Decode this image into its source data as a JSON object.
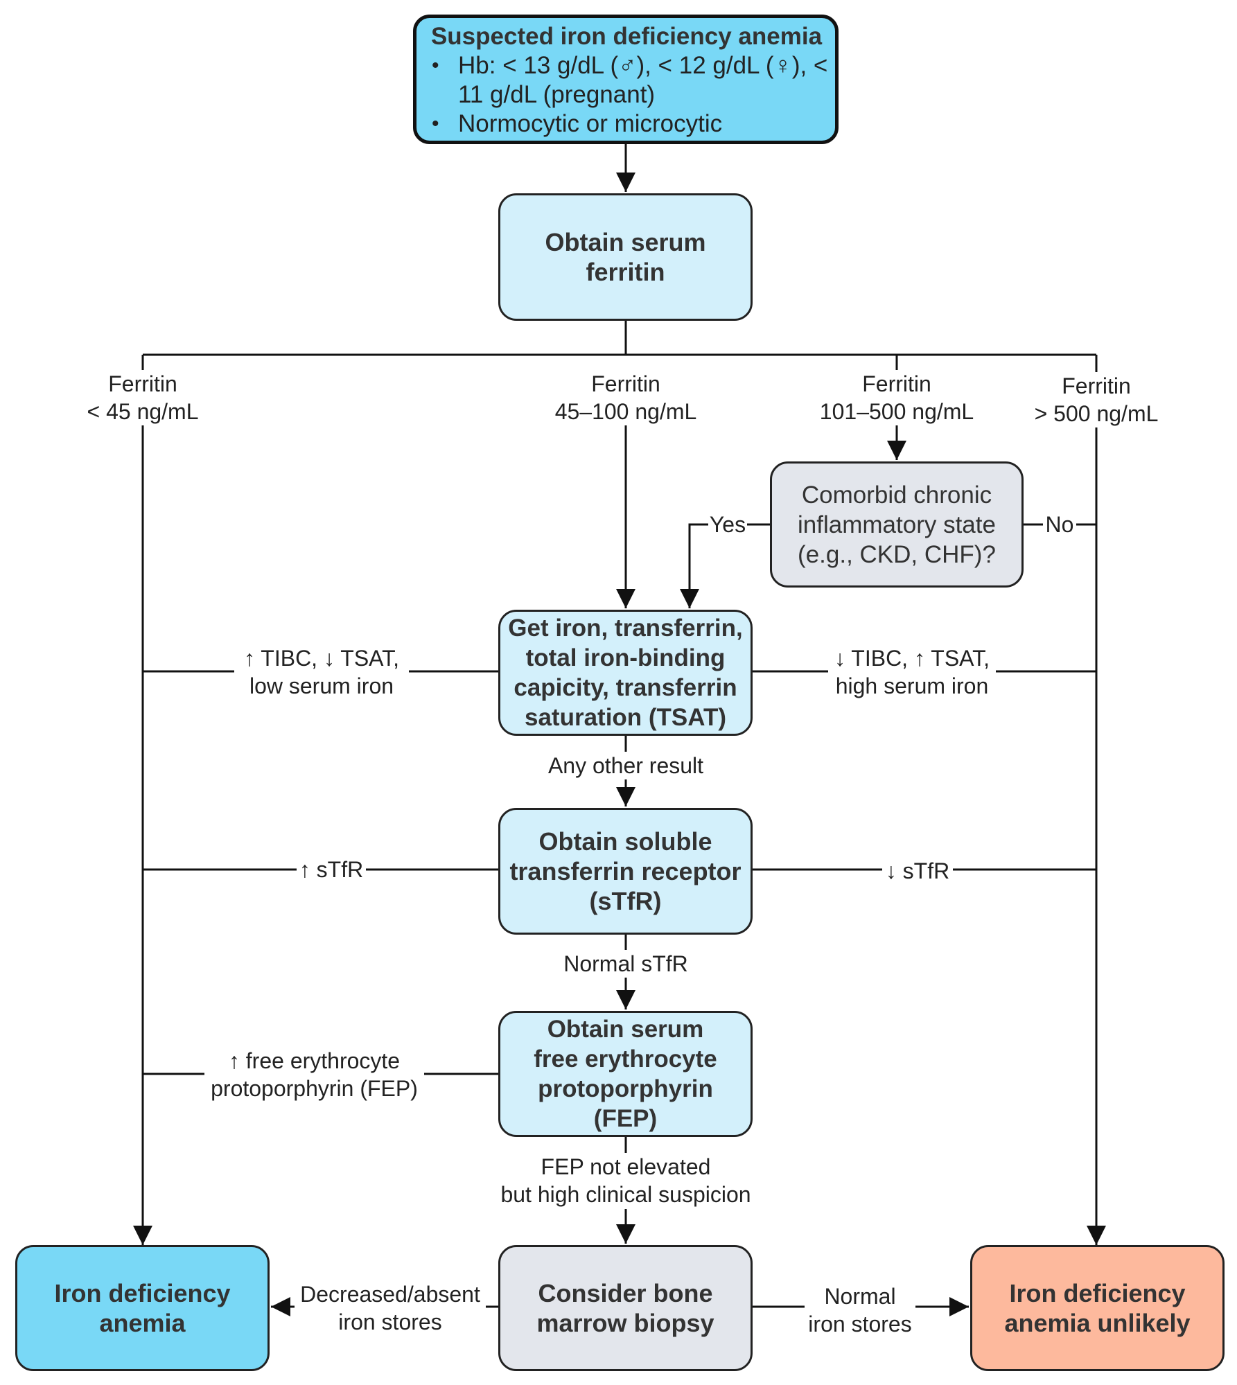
{
  "nodes": {
    "start": {
      "title": "Suspected iron deficiency anemia",
      "bullets": [
        "Hb: < 13 g/dL (♂), < 12 g/dL (♀), < 11 g/dL (pregnant)",
        "Normocytic or microcytic"
      ]
    },
    "ferritin": {
      "line1": "Obtain serum",
      "line2": "ferritin"
    },
    "inflammatory": {
      "line1": "Comorbid chronic",
      "line2": "inflammatory state",
      "line3": "(e.g., CKD, CHF)?"
    },
    "iron_studies": {
      "line1": "Get iron, transferrin,",
      "line2": "total iron-binding",
      "line3": "capicity, transferrin",
      "line4": "saturation (TSAT)"
    },
    "stfr": {
      "line1": "Obtain soluble",
      "line2": "transferrin receptor",
      "line3": "(sTfR)"
    },
    "fep": {
      "line1": "Obtain serum",
      "line2": "free erythrocyte",
      "line3": "protoporphyrin",
      "line4": "(FEP)"
    },
    "ida": {
      "line1": "Iron deficiency",
      "line2": "anemia"
    },
    "biopsy": {
      "line1": "Consider bone",
      "line2": "marrow biopsy"
    },
    "unlikely": {
      "line1": "Iron deficiency",
      "line2": "anemia unlikely"
    }
  },
  "labels": {
    "ferritin_lt45": {
      "line1": "Ferritin",
      "line2": "< 45 ng/mL"
    },
    "ferritin_45_100": {
      "line1": "Ferritin",
      "line2": "45–100 ng/mL"
    },
    "ferritin_101_500": {
      "line1": "Ferritin",
      "line2": "101–500 ng/mL"
    },
    "ferritin_gt500": {
      "line1": "Ferritin",
      "line2": "> 500 ng/mL"
    },
    "yes": "Yes",
    "no": "No",
    "tibc_high": {
      "line1": "↑ TIBC, ↓ TSAT,",
      "line2": "low serum iron"
    },
    "tibc_low": {
      "line1": "↓ TIBC, ↑ TSAT,",
      "line2": "high serum iron"
    },
    "any_other": "Any other result",
    "stfr_high": "↑ sTfR",
    "stfr_low": "↓ sTfR",
    "normal_stfr": "Normal sTfR",
    "fep_high": {
      "line1": "↑ free erythrocyte",
      "line2": "protoporphyrin (FEP)"
    },
    "fep_not_elevated": {
      "line1": "FEP not elevated",
      "line2": "but high clinical suspicion"
    },
    "decreased_stores": {
      "line1": "Decreased/absent",
      "line2": "iron stores"
    },
    "normal_stores": {
      "line1": "Normal",
      "line2": "iron stores"
    }
  }
}
